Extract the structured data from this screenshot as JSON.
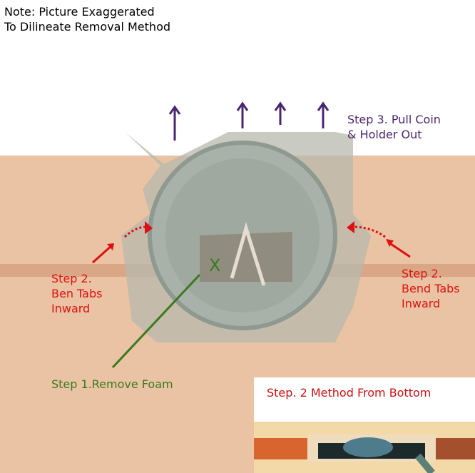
{
  "note": {
    "line1": "Note: Picture Exaggerated",
    "line2": "To Dilineate Removal Method"
  },
  "step3": {
    "line1": "Step 3. Pull Coin",
    "line2": "& Holder Out"
  },
  "step2_left": {
    "line1": "Step 2.",
    "line2": "Ben Tabs",
    "line3": "Inward"
  },
  "step2_right": {
    "line1": "Step 2.",
    "line2": "Bend Tabs",
    "line3": "Inward"
  },
  "step1": {
    "label": "Step 1.Remove Foam",
    "marker": "X"
  },
  "inset": {
    "title": "Step. 2 Method From Bottom"
  },
  "colors": {
    "purple": "#4a2670",
    "red": "#dd1111",
    "green": "#3a7a1e",
    "board": "#e9c3a3"
  }
}
